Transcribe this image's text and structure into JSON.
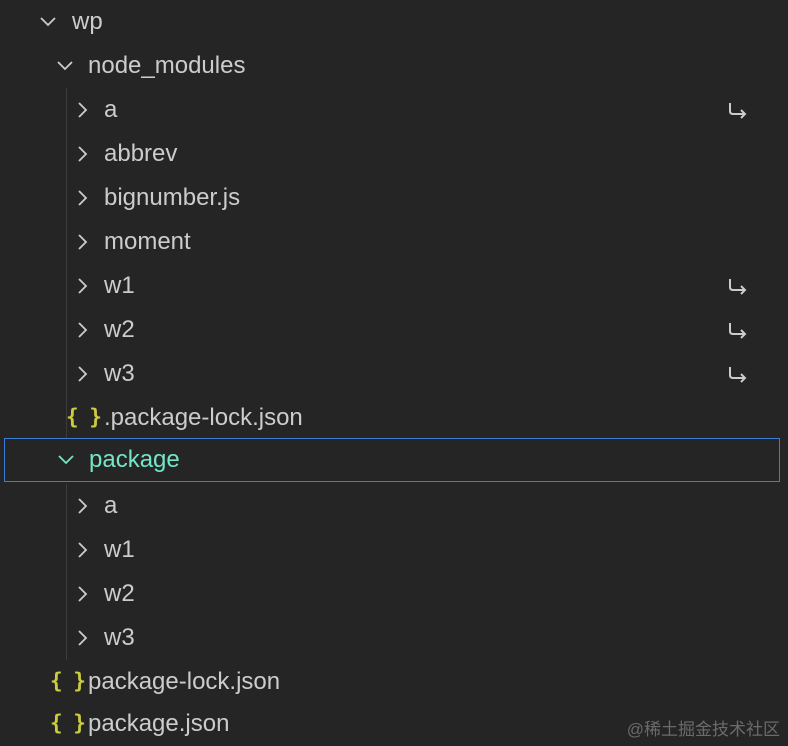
{
  "explorer": {
    "items": [
      {
        "label": "wp",
        "kind": "folder",
        "expanded": true
      },
      {
        "label": "node_modules",
        "kind": "folder",
        "expanded": true
      },
      {
        "label": "a",
        "kind": "folder",
        "expanded": false,
        "symlink": true
      },
      {
        "label": "abbrev",
        "kind": "folder",
        "expanded": false
      },
      {
        "label": "bignumber.js",
        "kind": "folder",
        "expanded": false
      },
      {
        "label": "moment",
        "kind": "folder",
        "expanded": false
      },
      {
        "label": "w1",
        "kind": "folder",
        "expanded": false,
        "symlink": true
      },
      {
        "label": "w2",
        "kind": "folder",
        "expanded": false,
        "symlink": true
      },
      {
        "label": "w3",
        "kind": "folder",
        "expanded": false,
        "symlink": true
      },
      {
        "label": ".package-lock.json",
        "kind": "json-file",
        "icon": "{ }"
      },
      {
        "label": "package",
        "kind": "folder",
        "expanded": true,
        "selected": true
      },
      {
        "label": "a",
        "kind": "folder",
        "expanded": false
      },
      {
        "label": "w1",
        "kind": "folder",
        "expanded": false
      },
      {
        "label": "w2",
        "kind": "folder",
        "expanded": false
      },
      {
        "label": "w3",
        "kind": "folder",
        "expanded": false
      },
      {
        "label": "package-lock.json",
        "kind": "json-file",
        "icon": "{ }"
      },
      {
        "label": "package.json",
        "kind": "json-file",
        "icon": "{ }"
      }
    ]
  },
  "colors": {
    "background": "#252526",
    "text": "#cccccc",
    "selected_text": "#73e6c6",
    "selection_border": "#3a7bd5",
    "json_icon": "#cbcb41"
  },
  "watermark": "@稀土掘金技术社区"
}
